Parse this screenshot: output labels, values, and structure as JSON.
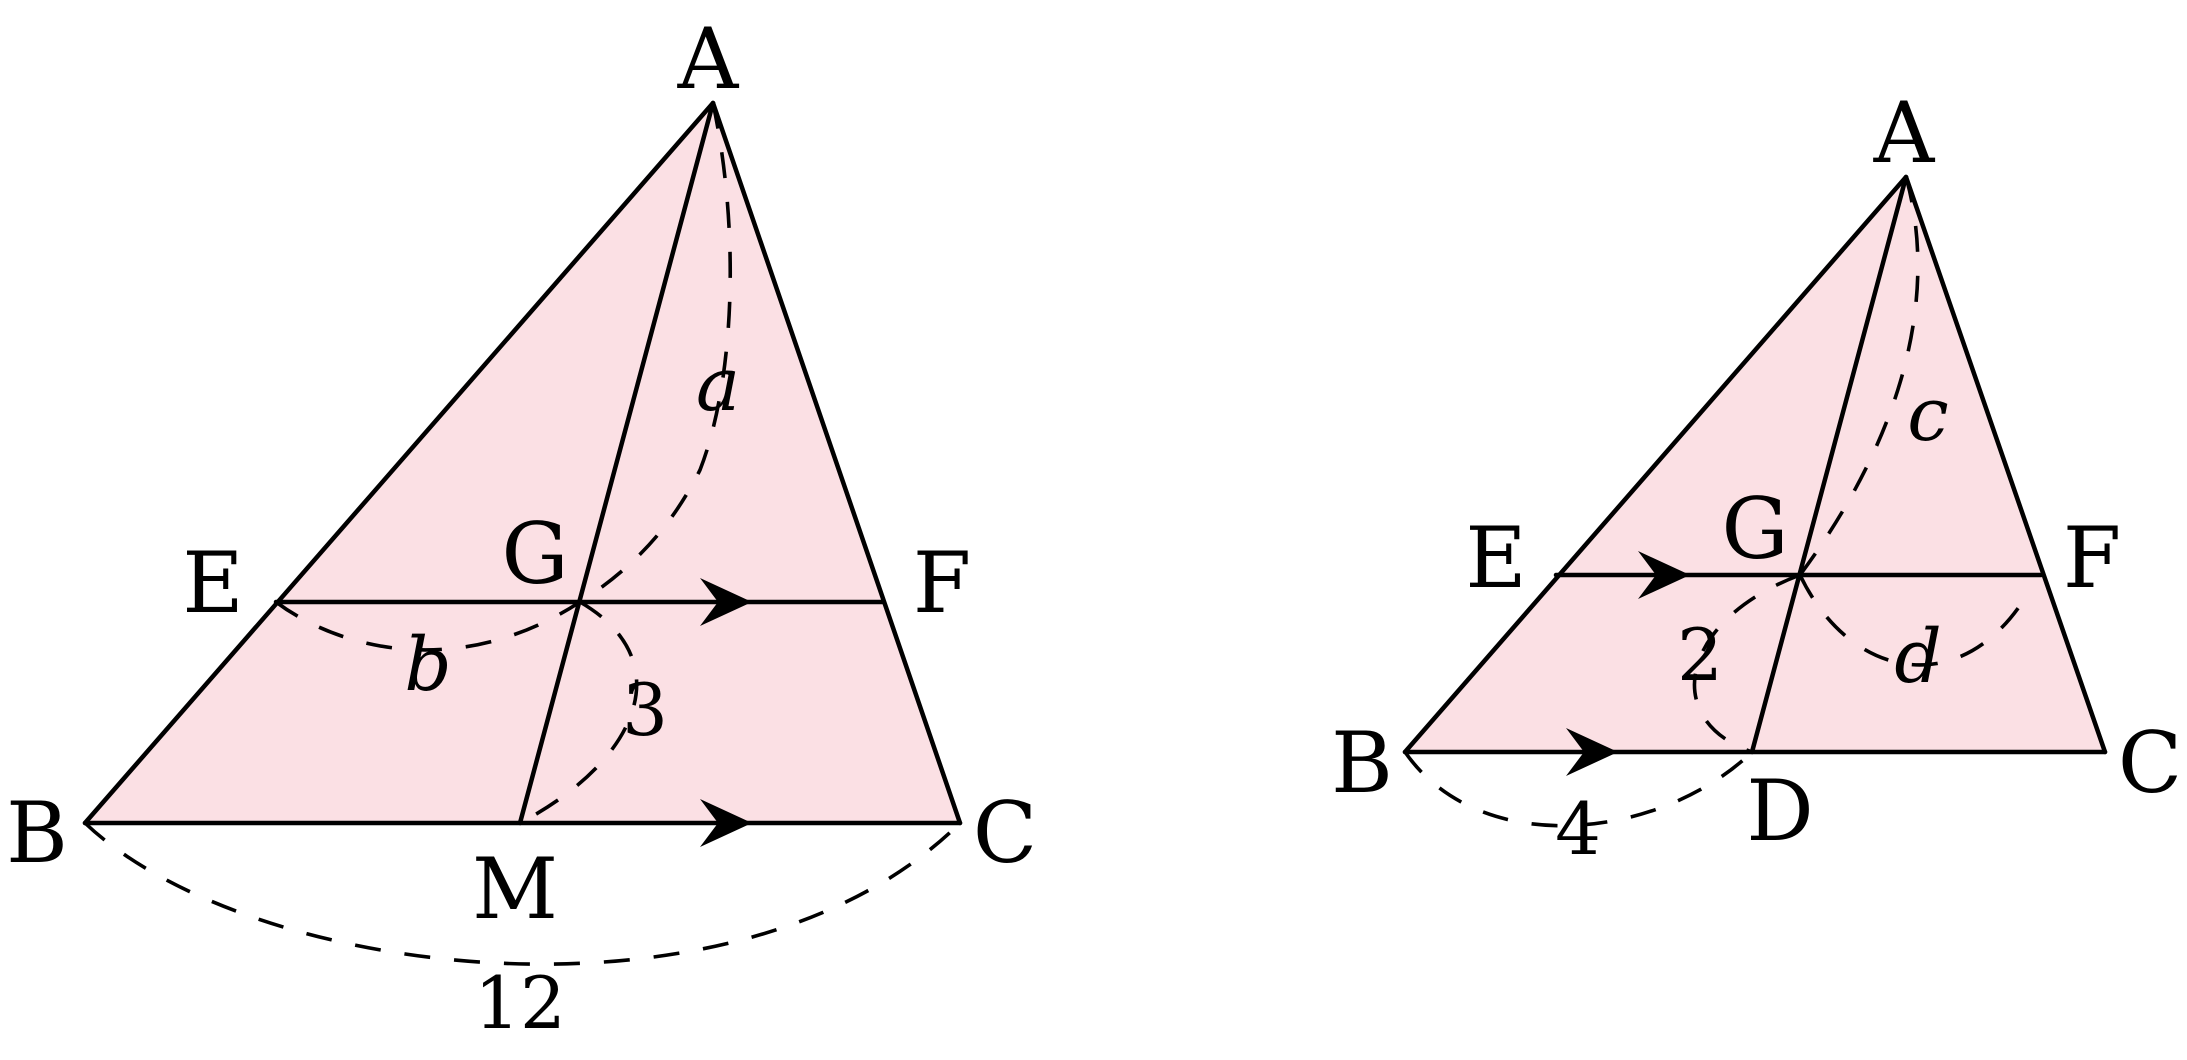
{
  "left_figure": {
    "points": {
      "A": "A",
      "B": "B",
      "C": "C",
      "E": "E",
      "F": "F",
      "G": "G",
      "M": "M"
    },
    "labels": {
      "a": "a",
      "b": "b",
      "three": "3",
      "twelve": "12"
    }
  },
  "right_figure": {
    "points": {
      "A": "A",
      "B": "B",
      "C": "C",
      "D": "D",
      "E": "E",
      "F": "F",
      "G": "G"
    },
    "labels": {
      "c": "c",
      "d": "d",
      "two": "2",
      "four": "4"
    }
  },
  "colors": {
    "fill": "#fbe0e4",
    "stroke": "#000000"
  }
}
